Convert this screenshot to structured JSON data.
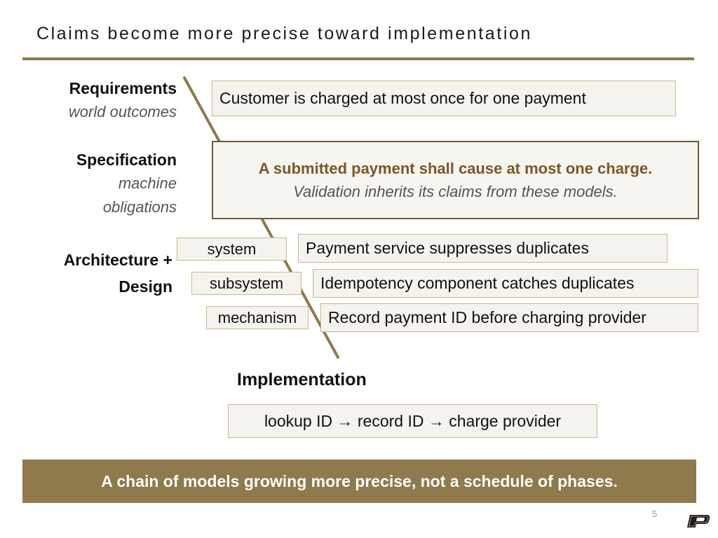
{
  "title": "Claims become more precise toward implementation",
  "levels": {
    "requirements": {
      "name": "Requirements",
      "sub": "world outcomes"
    },
    "specification": {
      "name": "Specification",
      "sub_line1": "machine",
      "sub_line2": "obligations"
    },
    "architecture": {
      "name_line1": "Architecture +",
      "name_line2": "Design"
    },
    "implementation": {
      "name": "Implementation"
    }
  },
  "requirement_claim": "Customer is charged at most once for one payment",
  "spec_box": {
    "bold_text": "A submitted payment shall cause at most one charge.",
    "italic_text": "Validation inherits its claims from these models."
  },
  "design_rows": [
    {
      "tag": "system",
      "claim": "Payment service suppresses duplicates"
    },
    {
      "tag": "subsystem",
      "claim": "Idempotency component catches duplicates"
    },
    {
      "tag": "mechanism",
      "claim": "Record payment ID before charging provider"
    }
  ],
  "implementation_claim": "lookup ID → record ID → charge provider",
  "banner": "A chain of models growing more precise, not a schedule of phases.",
  "page_number": "5",
  "colors": {
    "accent": "#8e7a4c",
    "spec_text": "#77582a",
    "box_fill": "#f5f3ee",
    "box_border": "#cbb88f"
  },
  "logo_icon": "purdue-p-logo"
}
